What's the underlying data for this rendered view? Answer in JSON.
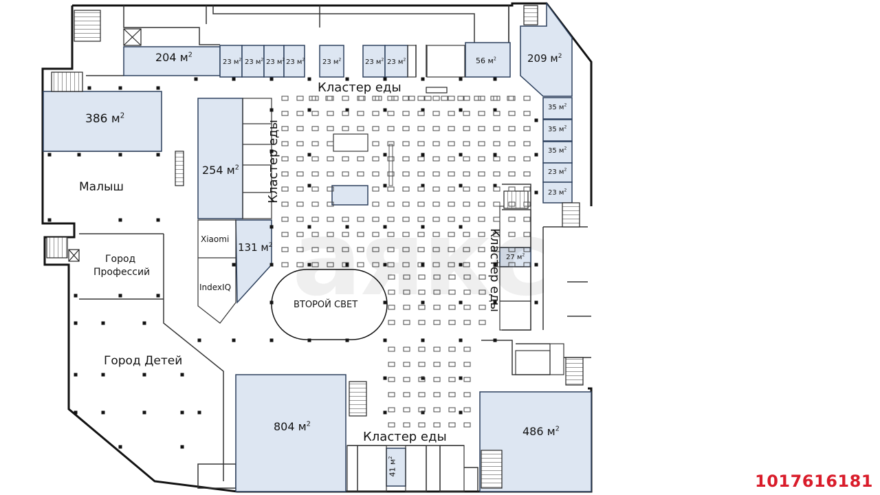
{
  "colors": {
    "shop_fill": "#dde6f2",
    "wall": "#111111",
    "thin": "#333333",
    "id_red": "#d91c2a"
  },
  "map": {
    "units": {
      "u204": "204 м",
      "u23a": "23 м",
      "u23b": "23 м",
      "u23c": "23 м",
      "u23d": "23 м",
      "u23e": "23 м",
      "u23f": "23 м",
      "u23g": "23 м",
      "u56": "56 м",
      "u209": "209 м",
      "u35a": "35 м",
      "u35b": "35 м",
      "u35c": "35 м",
      "u23h": "23 м",
      "u23i": "23 м",
      "u386": "386 м",
      "u254": "254 м",
      "u131": "131 м",
      "u27": "27 м",
      "u804": "804 м",
      "u486": "486 м",
      "u41": "41 м"
    },
    "sup": "2",
    "zones": {
      "malysh": "Малыш",
      "gorod_prof_1": "Город",
      "gorod_prof_2": "Профессий",
      "gorod_detey": "Город Детей",
      "xiaomi": "Xiaomi",
      "indexiq": "IndexIQ",
      "second_light": "ВТОРОЙ СВЕТ"
    },
    "food_clusters": {
      "top": "Кластер еды",
      "left_vertical": "Кластер еды",
      "right_vertical": "Кластер еды",
      "bottom": "Кластер еды"
    },
    "watermark": "аякс",
    "listing_id": "1017616181"
  }
}
